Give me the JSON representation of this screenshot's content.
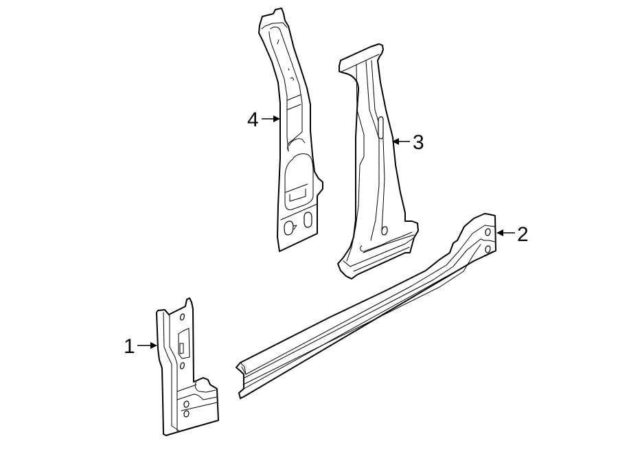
{
  "diagram": {
    "type": "exploded-parts-diagram",
    "background": "#ffffff",
    "line_color": "#000000",
    "parts": [
      {
        "id": "1",
        "label": "1",
        "description": "lower front pillar bracket",
        "arrow_direction": "right"
      },
      {
        "id": "2",
        "label": "2",
        "description": "rocker panel / side sill",
        "arrow_direction": "left"
      },
      {
        "id": "3",
        "label": "3",
        "description": "center pillar outer",
        "arrow_direction": "left"
      },
      {
        "id": "4",
        "label": "4",
        "description": "center pillar inner",
        "arrow_direction": "right"
      }
    ]
  },
  "callouts": {
    "c1": "1",
    "c2": "2",
    "c3": "3",
    "c4": "4"
  }
}
